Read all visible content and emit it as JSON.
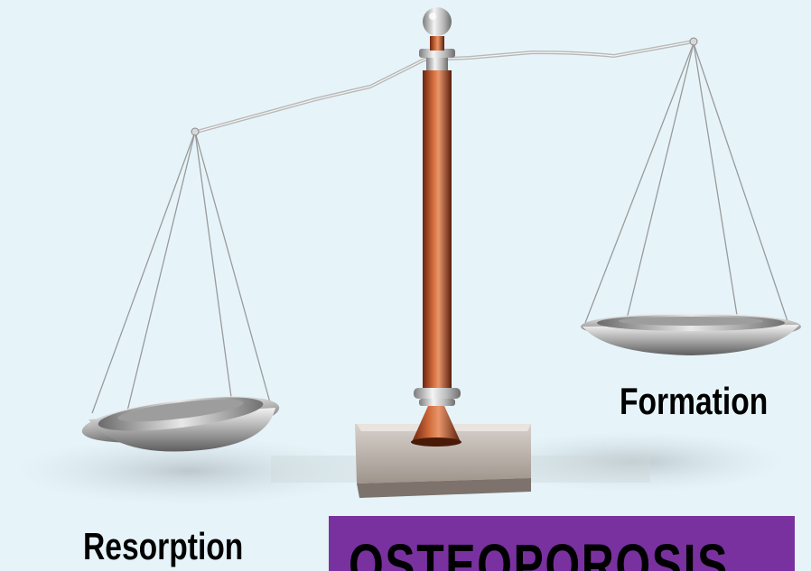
{
  "labels": {
    "formation": "Formation",
    "resorption": "Resorption",
    "title": "OSTEOPOROSIS"
  },
  "colors": {
    "background": "#e6f4fa",
    "banner": "#7a31a0",
    "pillar": "#b4512a",
    "metal": "#c8c8c8"
  },
  "icons": {
    "scale": "balance-scale-icon"
  }
}
